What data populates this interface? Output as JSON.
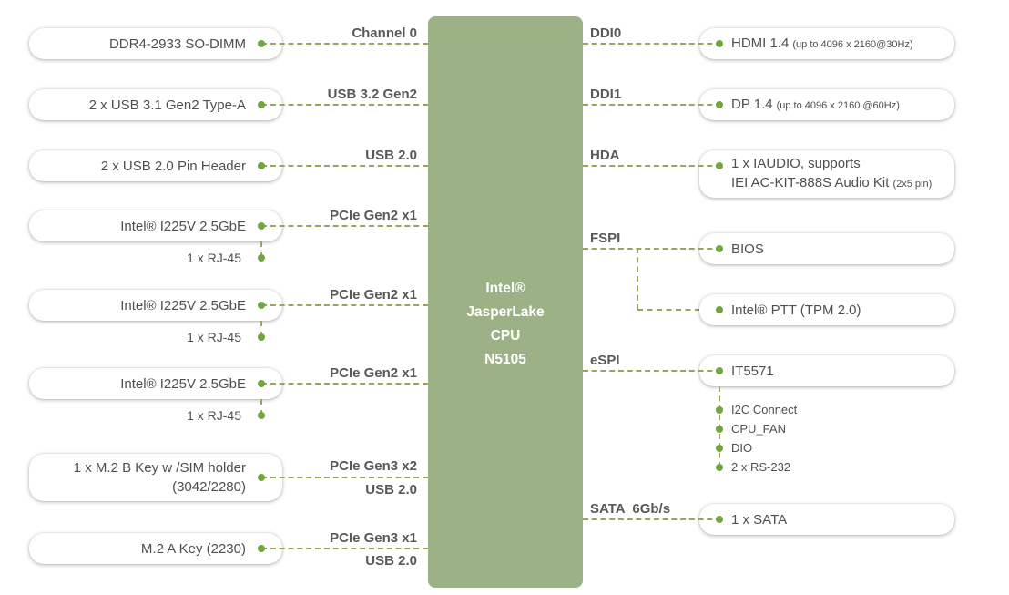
{
  "colors": {
    "cpu_block": "#9cb286",
    "line": "#9aa45c",
    "dot": "#6fa63e",
    "bus_text": "#595959",
    "box_text": "#4f4f4f"
  },
  "cpu": {
    "line1": "Intel®",
    "line2": "JasperLake",
    "line3": "CPU",
    "line4": "N5105"
  },
  "left": [
    {
      "label": "DDR4-2933 SO-DIMM",
      "bus": "Channel 0"
    },
    {
      "label": "2 x USB 3.1 Gen2 Type-A",
      "bus": "USB 3.2 Gen2"
    },
    {
      "label": "2 x USB 2.0 Pin Header",
      "bus": "USB 2.0"
    },
    {
      "label": "Intel® I225V 2.5GbE",
      "bus": "PCIe Gen2 x1",
      "port": "1 x RJ-45"
    },
    {
      "label": "Intel® I225V 2.5GbE",
      "bus": "PCIe Gen2 x1",
      "port": "1 x RJ-45"
    },
    {
      "label": "Intel® I225V 2.5GbE",
      "bus": "PCIe Gen2 x1",
      "port": "1 x RJ-45"
    },
    {
      "label": "1 x M.2 B Key w /SIM holder",
      "label2": "(3042/2280)",
      "bus": "PCIe Gen3 x2",
      "bus2": "USB 2.0"
    },
    {
      "label": "M.2 A Key (2230)",
      "bus": "PCIe Gen3 x1",
      "bus2": "USB 2.0"
    }
  ],
  "right": [
    {
      "bus": "DDI0",
      "label": "HDMI 1.4",
      "note": "(up to 4096 x 2160@30Hz)"
    },
    {
      "bus": "DDI1",
      "label": "DP 1.4",
      "note": "(up to 4096 x 2160 @60Hz)"
    },
    {
      "bus": "HDA",
      "label": "1 x IAUDIO, supports",
      "label2": "IEI AC-KIT-888S Audio Kit",
      "note2": "(2x5 pin)"
    },
    {
      "bus": "FSPI",
      "label": "BIOS"
    },
    {
      "label": "Intel® PTT (TPM 2.0)"
    },
    {
      "bus": "eSPI",
      "label": "IT5571",
      "children": [
        "I2C Connect",
        "CPU_FAN",
        "DIO",
        "2 x RS-232"
      ]
    },
    {
      "bus": "SATA  6Gb/s",
      "label": "1 x SATA"
    }
  ]
}
